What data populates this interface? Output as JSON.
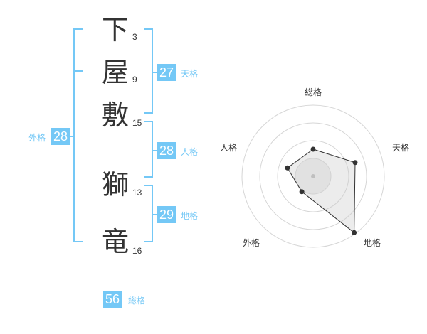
{
  "name_chars": [
    {
      "char": "下",
      "strokes": "3"
    },
    {
      "char": "屋",
      "strokes": "9"
    },
    {
      "char": "敷",
      "strokes": "15"
    },
    {
      "char": "獅",
      "strokes": "13"
    },
    {
      "char": "竜",
      "strokes": "16"
    }
  ],
  "kakaku": {
    "tenkaku": {
      "value": "27",
      "label": "天格"
    },
    "jinkaku": {
      "value": "28",
      "label": "人格"
    },
    "chikaku": {
      "value": "29",
      "label": "地格"
    },
    "gaikaku": {
      "value": "28",
      "label": "外格"
    },
    "soukaku": {
      "value": "56",
      "label": "総格"
    }
  },
  "colors": {
    "accent": "#74c8f6",
    "text": "#333333"
  },
  "chart_data": {
    "type": "radar",
    "axes": [
      "総格",
      "天格",
      "地格",
      "外格",
      "人格"
    ],
    "values": [
      0.38,
      0.62,
      0.98,
      0.27,
      0.38
    ],
    "range": [
      0,
      1
    ]
  }
}
